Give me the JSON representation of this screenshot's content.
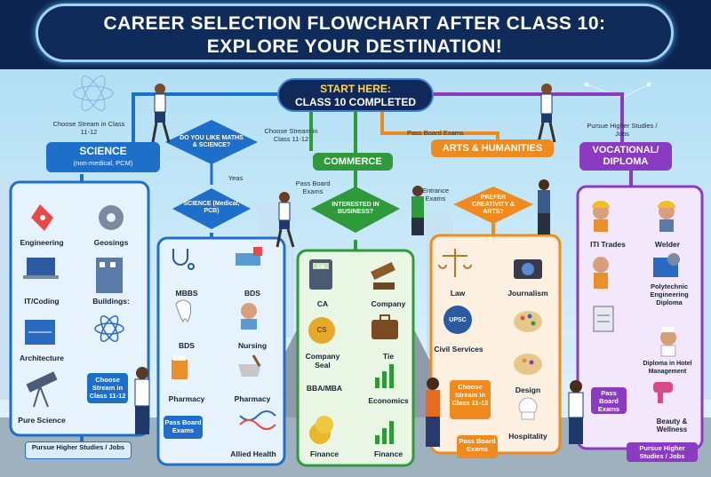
{
  "title": {
    "line1": "CAREER SELECTION FLOWCHART AFTER CLASS 10:",
    "line2": "EXPLORE YOUR DESTINATION!"
  },
  "start": {
    "line1": "START HERE:",
    "line2": "CLASS 10 COMPLETED"
  },
  "labels": {
    "choose_left": "Choose Stream in Class 11-12",
    "choose_mid": "Choose Stream in Class 11-12",
    "pass_board_arts": "Pass Board Exams",
    "pursue_right": "Pursue Higher Studies / Jobs",
    "yes": "Yeas",
    "pass_board_mid": "Pass Board Exams",
    "entrance": "Entrance Exams"
  },
  "diamonds": {
    "maths": "DO YOU LIKE MATHS & SCIENCE?",
    "science_pcb": "SCIENCE (Medical, PCB)",
    "business": "INTERESTED IN BUSINESS?",
    "creativity": "PREFER CREATIVITY & ARTS?"
  },
  "headers": {
    "science": "SCIENCE",
    "science_sub": "(non-medical, PCM)",
    "commerce": "COMMERCE",
    "arts": "ARTS & HUMANITIES",
    "vocational": "VOCATIONAL/ DIPLOMA"
  },
  "pcm_items": [
    "Engineering",
    "Geosings",
    "IT/Coding",
    "Buildings:",
    "Architecture",
    "Pure Science"
  ],
  "pcb_items": [
    "MBBS",
    "BDS",
    "BDS",
    "Nursing",
    "Pharmacy",
    "Pharmacy",
    "Allied Health"
  ],
  "commerce_items": {
    "ca": "CA",
    "company": "Company",
    "company_seal": "Company Seal",
    "tie": "Tie",
    "bba": "BBA/MBA",
    "economics": "Economics",
    "finance1": "Finance",
    "finance2": "Finance"
  },
  "arts_items": [
    "Law",
    "Journalism",
    "Civil Services",
    "Design",
    "Hospitality"
  ],
  "arts_icon_text": {
    "upsc": "UPSC"
  },
  "vocational_items": [
    "ITI Trades",
    "Welder",
    "Polytechnic Engineering Diploma",
    "Diploma in Hotel Management",
    "Beauty & Wellness"
  ],
  "commerce_icon_text": {
    "ca_tag": "CA",
    "cs": "CS"
  },
  "pills": {
    "choose_left": "Choose Stream in Class 11-12",
    "pass_board_left": "Pass Board Exams",
    "pursue_left": "Pursue Higher Studies / Jobs",
    "choose_arts": "Choose Stream in Class 11-12",
    "pass_board_arts": "Pass Board Exams",
    "pass_board_voc": "Pass Board Exams",
    "pursue_voc": "Pursue Higher Studies / Jobs"
  },
  "colors": {
    "science": "#1d6fc9",
    "commerce": "#2e9a3c",
    "arts": "#ef8a1f",
    "vocational": "#8a3bc2",
    "title_bg": "#0f2b5a"
  }
}
